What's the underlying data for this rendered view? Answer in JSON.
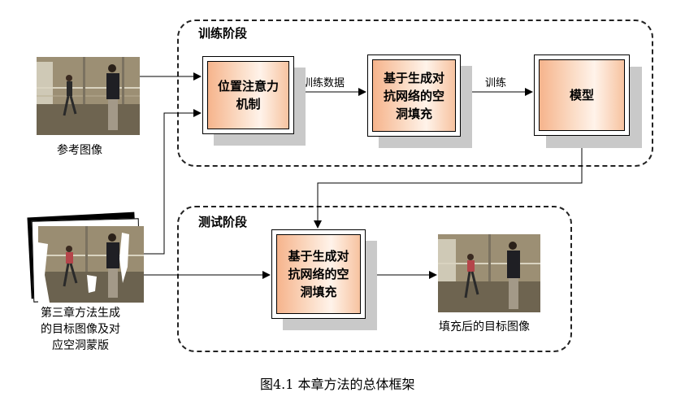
{
  "training_phase": {
    "title": "训练阶段",
    "attention_block": "位置注意力\n机制",
    "gan_block": "基于生成对\n抗网络的空\n洞填充",
    "model_block": "模型",
    "edge_training_data": "训练数据",
    "edge_train": "训练"
  },
  "test_phase": {
    "title": "测试阶段",
    "gan_block": "基于生成对\n抗网络的空\n洞填充"
  },
  "images": {
    "reference_label": "参考图像",
    "target_mask_label": "第三章方法生成\n的目标图像及对\n应空洞蒙版",
    "filled_label": "填充后的目标图像"
  },
  "caption": "图4.1  本章方法的总体框架",
  "colors": {
    "block_fill_dark": "#f6b48c",
    "block_fill_light": "#fff3ea",
    "shadow": "#c9c9c9"
  }
}
